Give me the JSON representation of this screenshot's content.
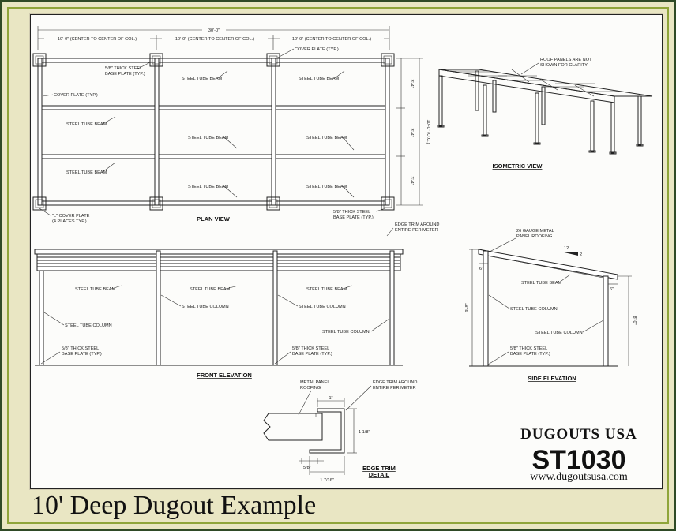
{
  "caption": "10' Deep Dugout Example",
  "brand": {
    "name": "DUGOUTS USA",
    "code": "ST1030",
    "website": "www.dugoutsusa.com"
  },
  "plan_view": {
    "title": "PLAN VIEW",
    "overall_dim": "30'-0\"",
    "bay_dim": "10'-0\" (CENTER TO CENTER OF COL.)",
    "side_dims": [
      "3'-4\"",
      "3'-4\"",
      "3'-4\""
    ],
    "depth_dim": "10'-0\" (O.C.)",
    "labels": {
      "base_plate_top": "5/8\" THICK STEEL\nBASE PLATE (TYP.)",
      "cover_plate_top": "COVER PLATE (TYP.)",
      "cover_plate_left": "COVER PLATE (TYP.)",
      "beam": "STEEL TUBE BEAM",
      "l_cover_plate": "\"L\" COVER PLATE\n(4 PLACES TYP.)",
      "base_plate_bottom": "5/8\" THICK STEEL\nBASE PLATE (TYP.)"
    }
  },
  "isometric_view": {
    "title": "ISOMETRIC VIEW",
    "note": "ROOF PANELS ARE NOT\nSHOWN FOR CLARITY"
  },
  "edge_trim_note": "EDGE TRIM AROUND\nENTIRE PERIMETER",
  "front_elevation": {
    "title": "FRONT ELEVATION",
    "beam": "STEEL TUBE BEAM",
    "column": "STEEL TUBE COLUMN",
    "base_plate": "5/8\" THICK STEEL\nBASE PLATE (TYP.)"
  },
  "side_elevation": {
    "title": "SIDE ELEVATION",
    "roofing": "26 GAUGE METAL\nPANEL ROOFING",
    "slope_run": "12",
    "slope_rise": "2",
    "beam": "STEEL TUBE BEAM",
    "column": "STEEL TUBE COLUMN",
    "base_plate": "5/8\" THICK STEEL\nBASE PLATE (TYP.)",
    "height_left": "9'-8\"",
    "height_right": "8'-0\"",
    "overhang_left": "6\"",
    "overhang_right": "6\""
  },
  "edge_trim_detail": {
    "title": "EDGE TRIM\nDETAIL",
    "roofing": "METAL PANEL\nROOFING",
    "trim_note": "EDGE TRIM AROUND\nENTIRE PERIMETER",
    "dim_top": "1\"",
    "dim_height": "1 1/8\"",
    "dim_bottom": "5/8\"",
    "dim_width": "1 7/16\""
  }
}
